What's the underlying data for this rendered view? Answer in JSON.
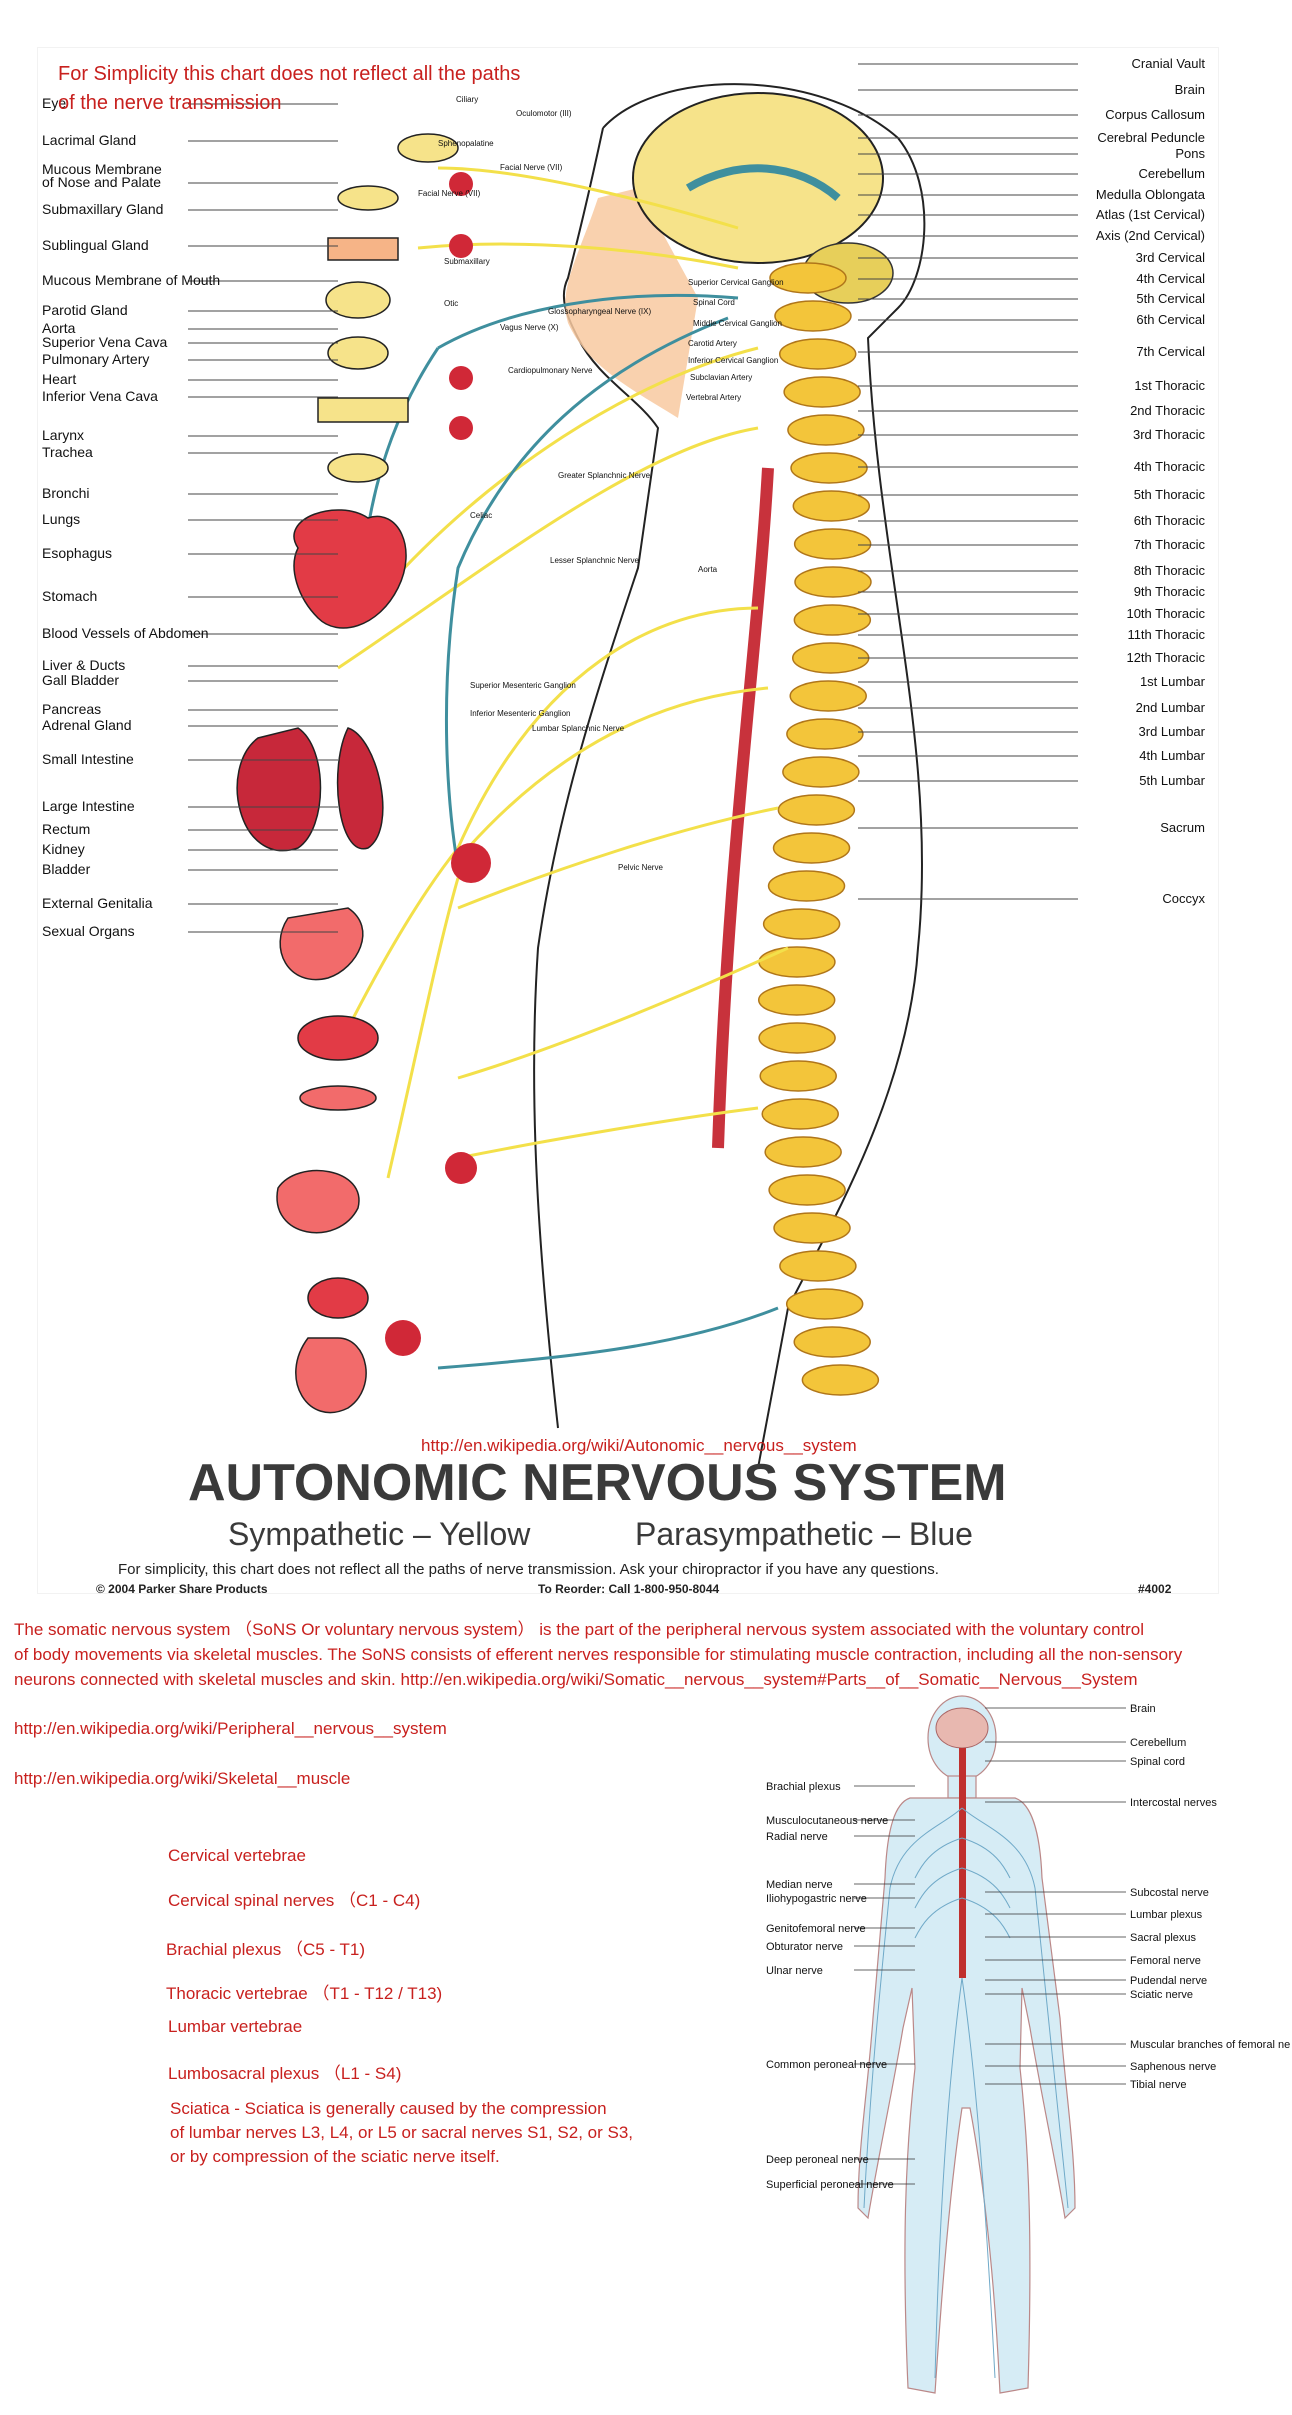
{
  "chart": {
    "disclaimer_lines": [
      "For Simplicity this chart does not reflect all the paths",
      "of the nerve transmission"
    ],
    "left_labels": [
      "Eye",
      "Lacrimal Gland",
      "Mucous Membrane",
      "of Nose and Palate",
      "Submaxillary Gland",
      "Sublingual Gland",
      "Mucous Membrane of Mouth",
      "Parotid Gland",
      "Aorta",
      "Superior Vena Cava",
      "Pulmonary Artery",
      "Heart",
      "Inferior Vena Cava",
      "Larynx",
      "Trachea",
      "Bronchi",
      "Lungs",
      "Esophagus",
      "Stomach",
      "Blood Vessels of Abdomen",
      "Liver & Ducts",
      "Gall Bladder",
      "Pancreas",
      "Adrenal Gland",
      "Small Intestine",
      "Large Intestine",
      "Rectum",
      "Kidney",
      "Bladder",
      "External Genitalia",
      "Sexual Organs"
    ],
    "right_labels": [
      "Cranial Vault",
      "Brain",
      "Corpus Callosum",
      "Cerebral Peduncle",
      "Pons",
      "Cerebellum",
      "Medulla Oblongata",
      "Atlas (1st Cervical)",
      "Axis (2nd Cervical)",
      "3rd Cervical",
      "4th Cervical",
      "5th Cervical",
      "6th Cervical",
      "7th Cervical",
      "1st Thoracic",
      "2nd Thoracic",
      "3rd Thoracic",
      "4th Thoracic",
      "5th Thoracic",
      "6th Thoracic",
      "7th Thoracic",
      "8th Thoracic",
      "9th Thoracic",
      "10th Thoracic",
      "11th Thoracic",
      "12th Thoracic",
      "1st Lumbar",
      "2nd Lumbar",
      "3rd Lumbar",
      "4th Lumbar",
      "5th Lumbar",
      "Sacrum",
      "Coccyx"
    ],
    "inner_labels": [
      "Ciliary",
      "Oculomotor (III)",
      "Sphenopalatine",
      "Facial Nerve (VII)",
      "Facial Nerve (VII)",
      "Submaxillary",
      "Otic",
      "Glossopharyngeal Nerve (IX)",
      "Vagus Nerve (X)",
      "Cardiopulmonary Nerve",
      "Greater Splanchnic Nerve",
      "Celiac",
      "Lesser Splanchnic Nerve",
      "Aorta",
      "Superior Mesenteric Ganglion",
      "Inferior Mesenteric Ganglion",
      "Lumbar Splanchnic Nerve",
      "Pelvic Nerve",
      "Superior Cervical Ganglion",
      "Spinal Cord",
      "Middle Cervical Ganglion",
      "Carotid Artery",
      "Inferior Cervical Ganglion",
      "Subclavian Artery",
      "Vertebral Artery"
    ],
    "url": "http://en.wikipedia.org/wiki/Autonomic__nervous__system",
    "title": "AUTONOMIC NERVOUS SYSTEM",
    "subtitle_left": "Sympathetic – Yellow",
    "subtitle_right": "Parasympathetic – Blue",
    "footnote": "For simplicity, this chart does not reflect all the paths of nerve transmission. Ask your chiropractor if you have any questions.",
    "copyright": "© 2004 Parker Share Products",
    "reorder": "To Reorder: Call 1-800-950-8044",
    "code": "#4002"
  },
  "notes": {
    "somatic_lines": [
      "The somatic nervous system （SoNS Or voluntary nervous system） is the part of the peripheral nervous system associated with the voluntary control",
      "of body movements via skeletal muscles.  The SoNS consists of efferent nerves responsible for stimulating muscle contraction, including all the non-sensory",
      "neurons connected with skeletal muscles and skin.   http://en.wikipedia.org/wiki/Somatic__nervous__system#Parts__of__Somatic__Nervous__System"
    ],
    "link_peripheral": "http://en.wikipedia.org/wiki/Peripheral__nervous__system",
    "link_skeletal": "http://en.wikipedia.org/wiki/Skeletal__muscle"
  },
  "spine_list": [
    "Cervical vertebrae",
    "Cervical spinal nerves （C1 - C4)",
    "Brachial plexus （C5 - T1)",
    "Thoracic vertebrae （T1 - T12 / T13)",
    "Lumbar vertebrae",
    "Lumbosacral plexus （L1 - S4)"
  ],
  "sciatica_lines": [
    "Sciatica - Sciatica is generally caused by the compression",
    "of lumbar nerves L3, L4, or L5 or sacral nerves S1, S2, or S3,",
    "or by compression of the sciatic nerve itself."
  ],
  "body_diagram": {
    "right_labels": [
      "Brain",
      "Cerebellum",
      "Spinal cord",
      "Intercostal nerves",
      "Subcostal nerve",
      "Lumbar plexus",
      "Sacral plexus",
      "Femoral nerve",
      "Pudendal nerve",
      "Sciatic nerve",
      "Muscular branches of femoral nerve",
      "Saphenous nerve",
      "Tibial nerve"
    ],
    "left_labels": [
      "Brachial plexus",
      "Musculocutaneous nerve",
      "Radial nerve",
      "Median nerve",
      "Iliohypogastric nerve",
      "Genitofemoral nerve",
      "Obturator nerve",
      "Ulnar nerve",
      "Common peroneal nerve",
      "Deep peroneal nerve",
      "Superficial peroneal nerve"
    ]
  },
  "colors": {
    "note_red": "#c8201e",
    "sympathetic_yellow": "#f3e04a",
    "parasympathetic_blue": "#3f8f9e",
    "title_gray": "#3a3a3a"
  }
}
